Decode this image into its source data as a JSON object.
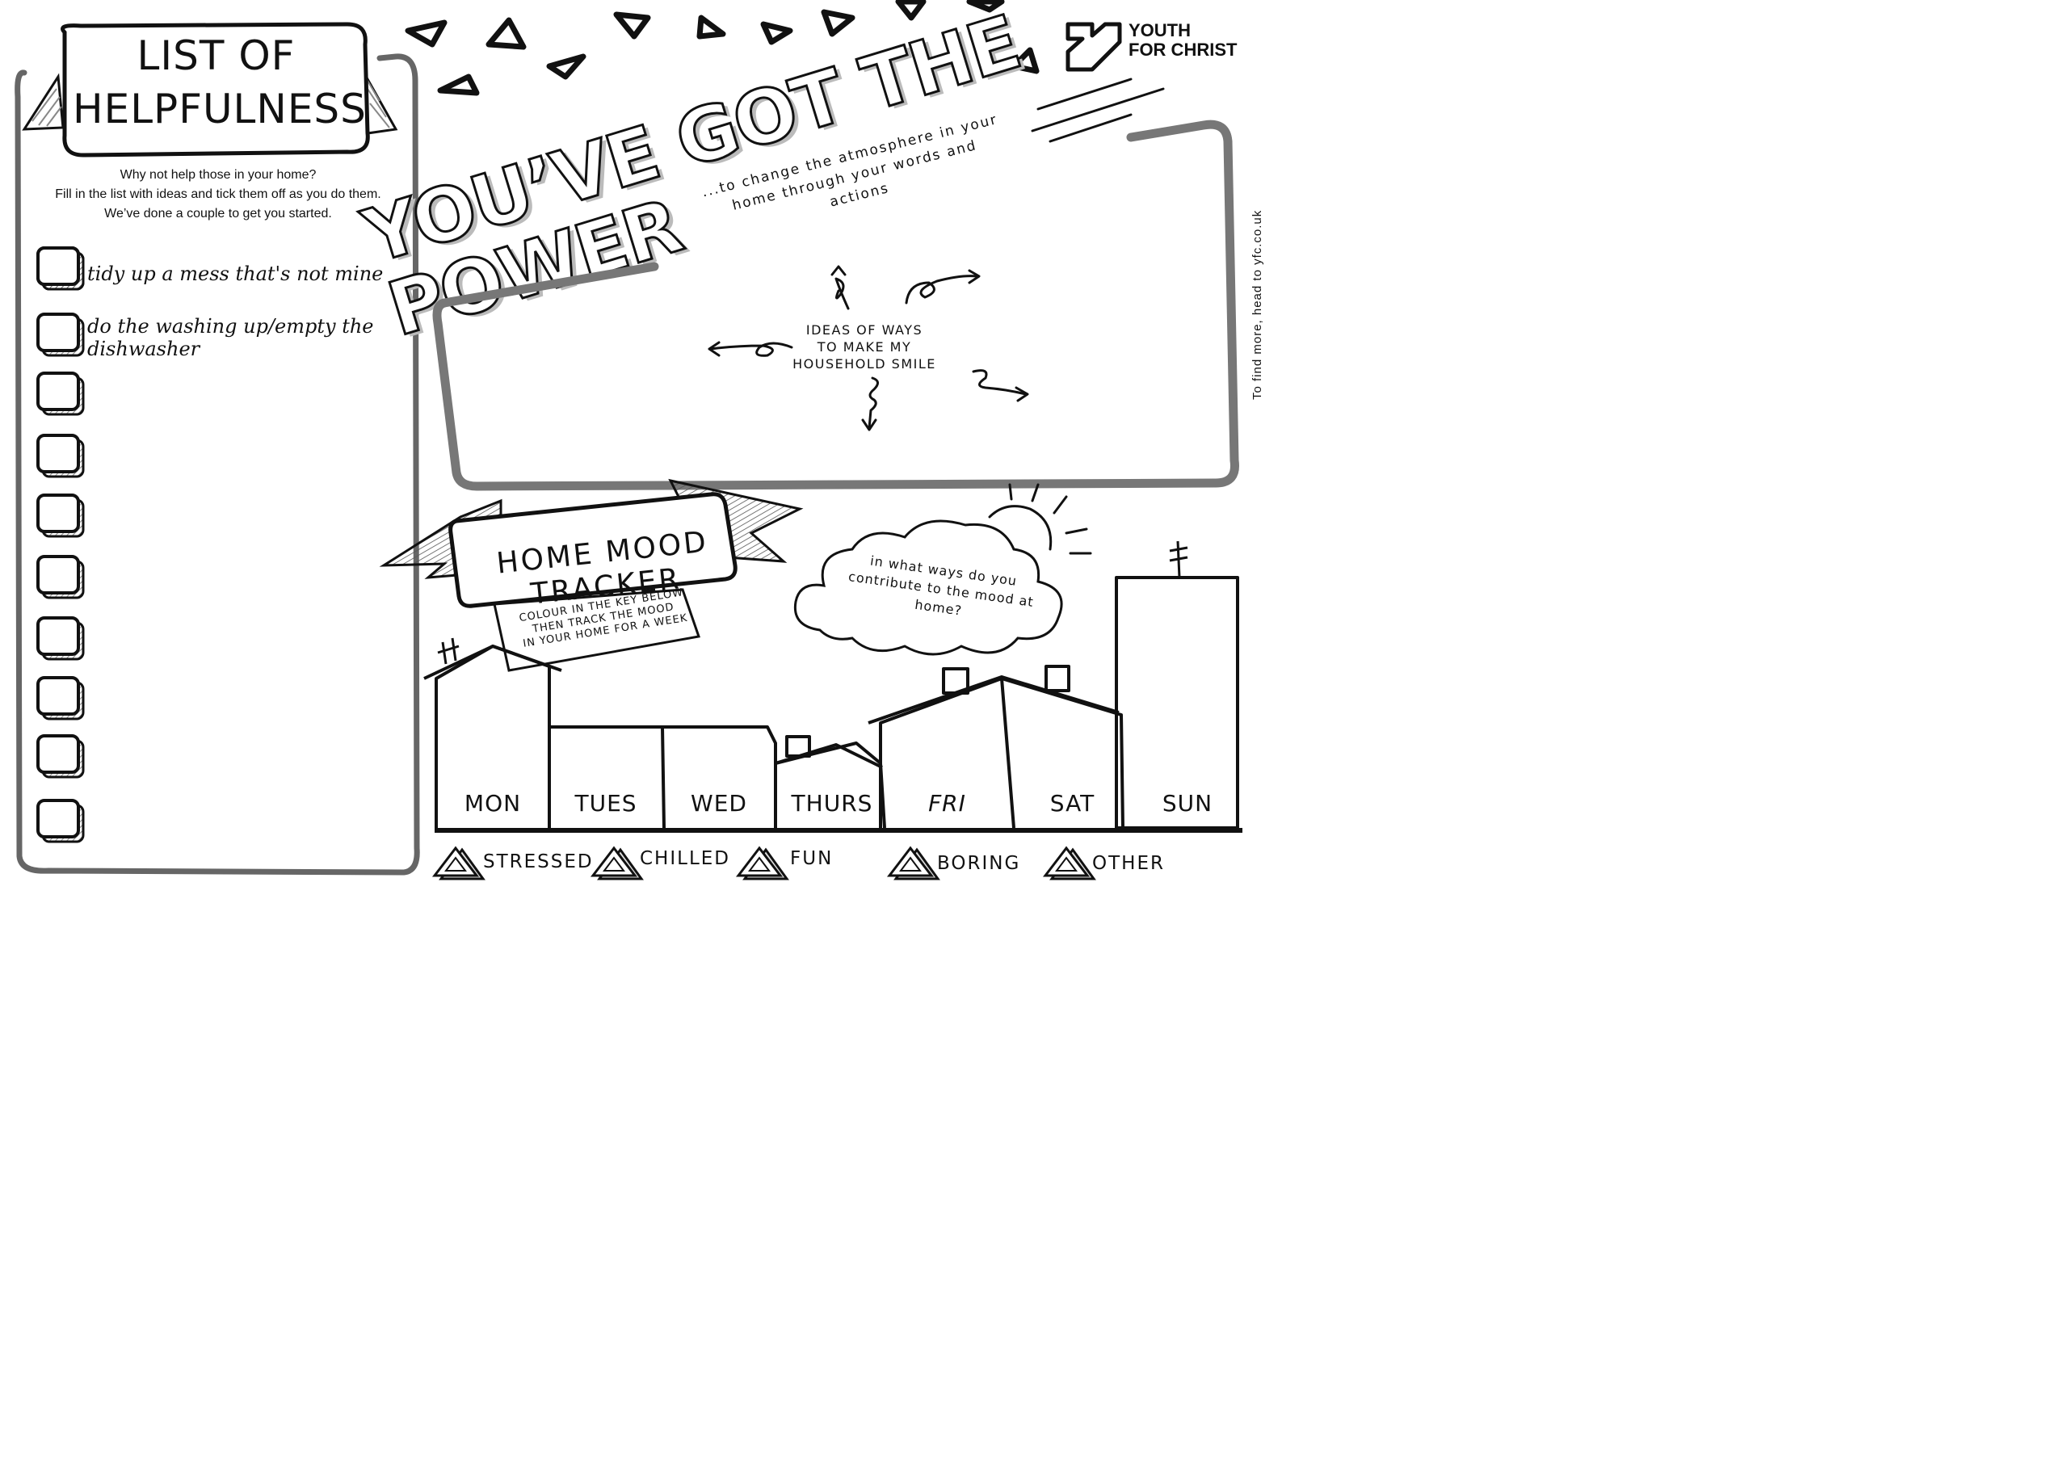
{
  "list": {
    "title_line1": "LIST OF",
    "title_line2": "HELPFULNESS",
    "intro_line1": "Why not help those in your home?",
    "intro_line2": "Fill in the list with ideas and tick them off as you do them.",
    "intro_line3": "We’ve done a couple to get you started.",
    "item1": "tidy up a mess that's not mine",
    "item2_line1": "do the washing up/empty the",
    "item2_line2": "dishwasher"
  },
  "header": {
    "headline_line1": "YOU’VE GOT THE",
    "headline_line2": "POWER",
    "subtitle_line1": "...to change the atmosphere in your",
    "subtitle_line2": "home through your words and",
    "subtitle_line3": "actions"
  },
  "logo": {
    "line1": "YOUTH",
    "line2": "FOR CHRIST"
  },
  "side_note": "To find more, head to yfc.co.uk",
  "ideas": {
    "line1": "IDEAS OF WAYS",
    "line2": "TO MAKE MY",
    "line3": "HOUSEHOLD SMILE"
  },
  "tracker": {
    "title_line1": "HOME MOOD",
    "title_line2": "TRACKER",
    "instr_line1": "COLOUR IN THE KEY BELOW",
    "instr_line2": "THEN TRACK THE MOOD",
    "instr_line3": "IN YOUR HOME FOR A WEEK",
    "cloud_line1": "in what ways do you",
    "cloud_line2": "contribute to the mood at",
    "cloud_line3": "home?",
    "days": [
      "MON",
      "TUES",
      "WED",
      "THURS",
      "FRI",
      "SAT",
      "SUN"
    ],
    "key": [
      "STRESSED",
      "CHILLED",
      "FUN",
      "BORING",
      "OTHER"
    ]
  }
}
